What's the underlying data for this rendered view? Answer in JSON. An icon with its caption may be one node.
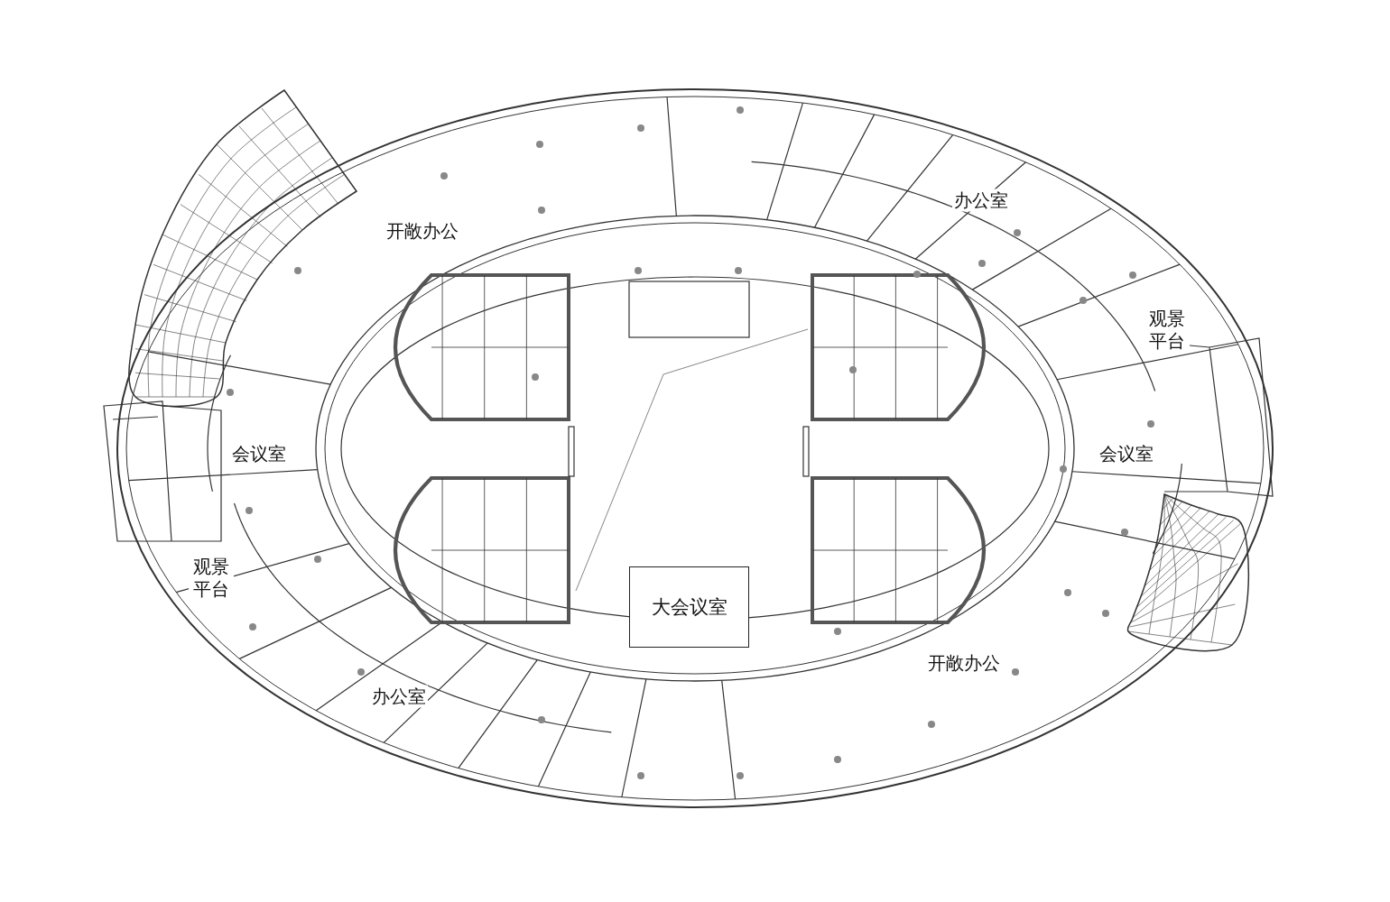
{
  "diagram": {
    "nodes": [
      {
        "text": [
          "大会议室"
        ]
      }
    ],
    "labels": [
      "办公室",
      "开敞办公",
      "观景平台",
      "会议室",
      "会议室",
      "观景平台",
      "开敞办公",
      "办公室"
    ]
  }
}
